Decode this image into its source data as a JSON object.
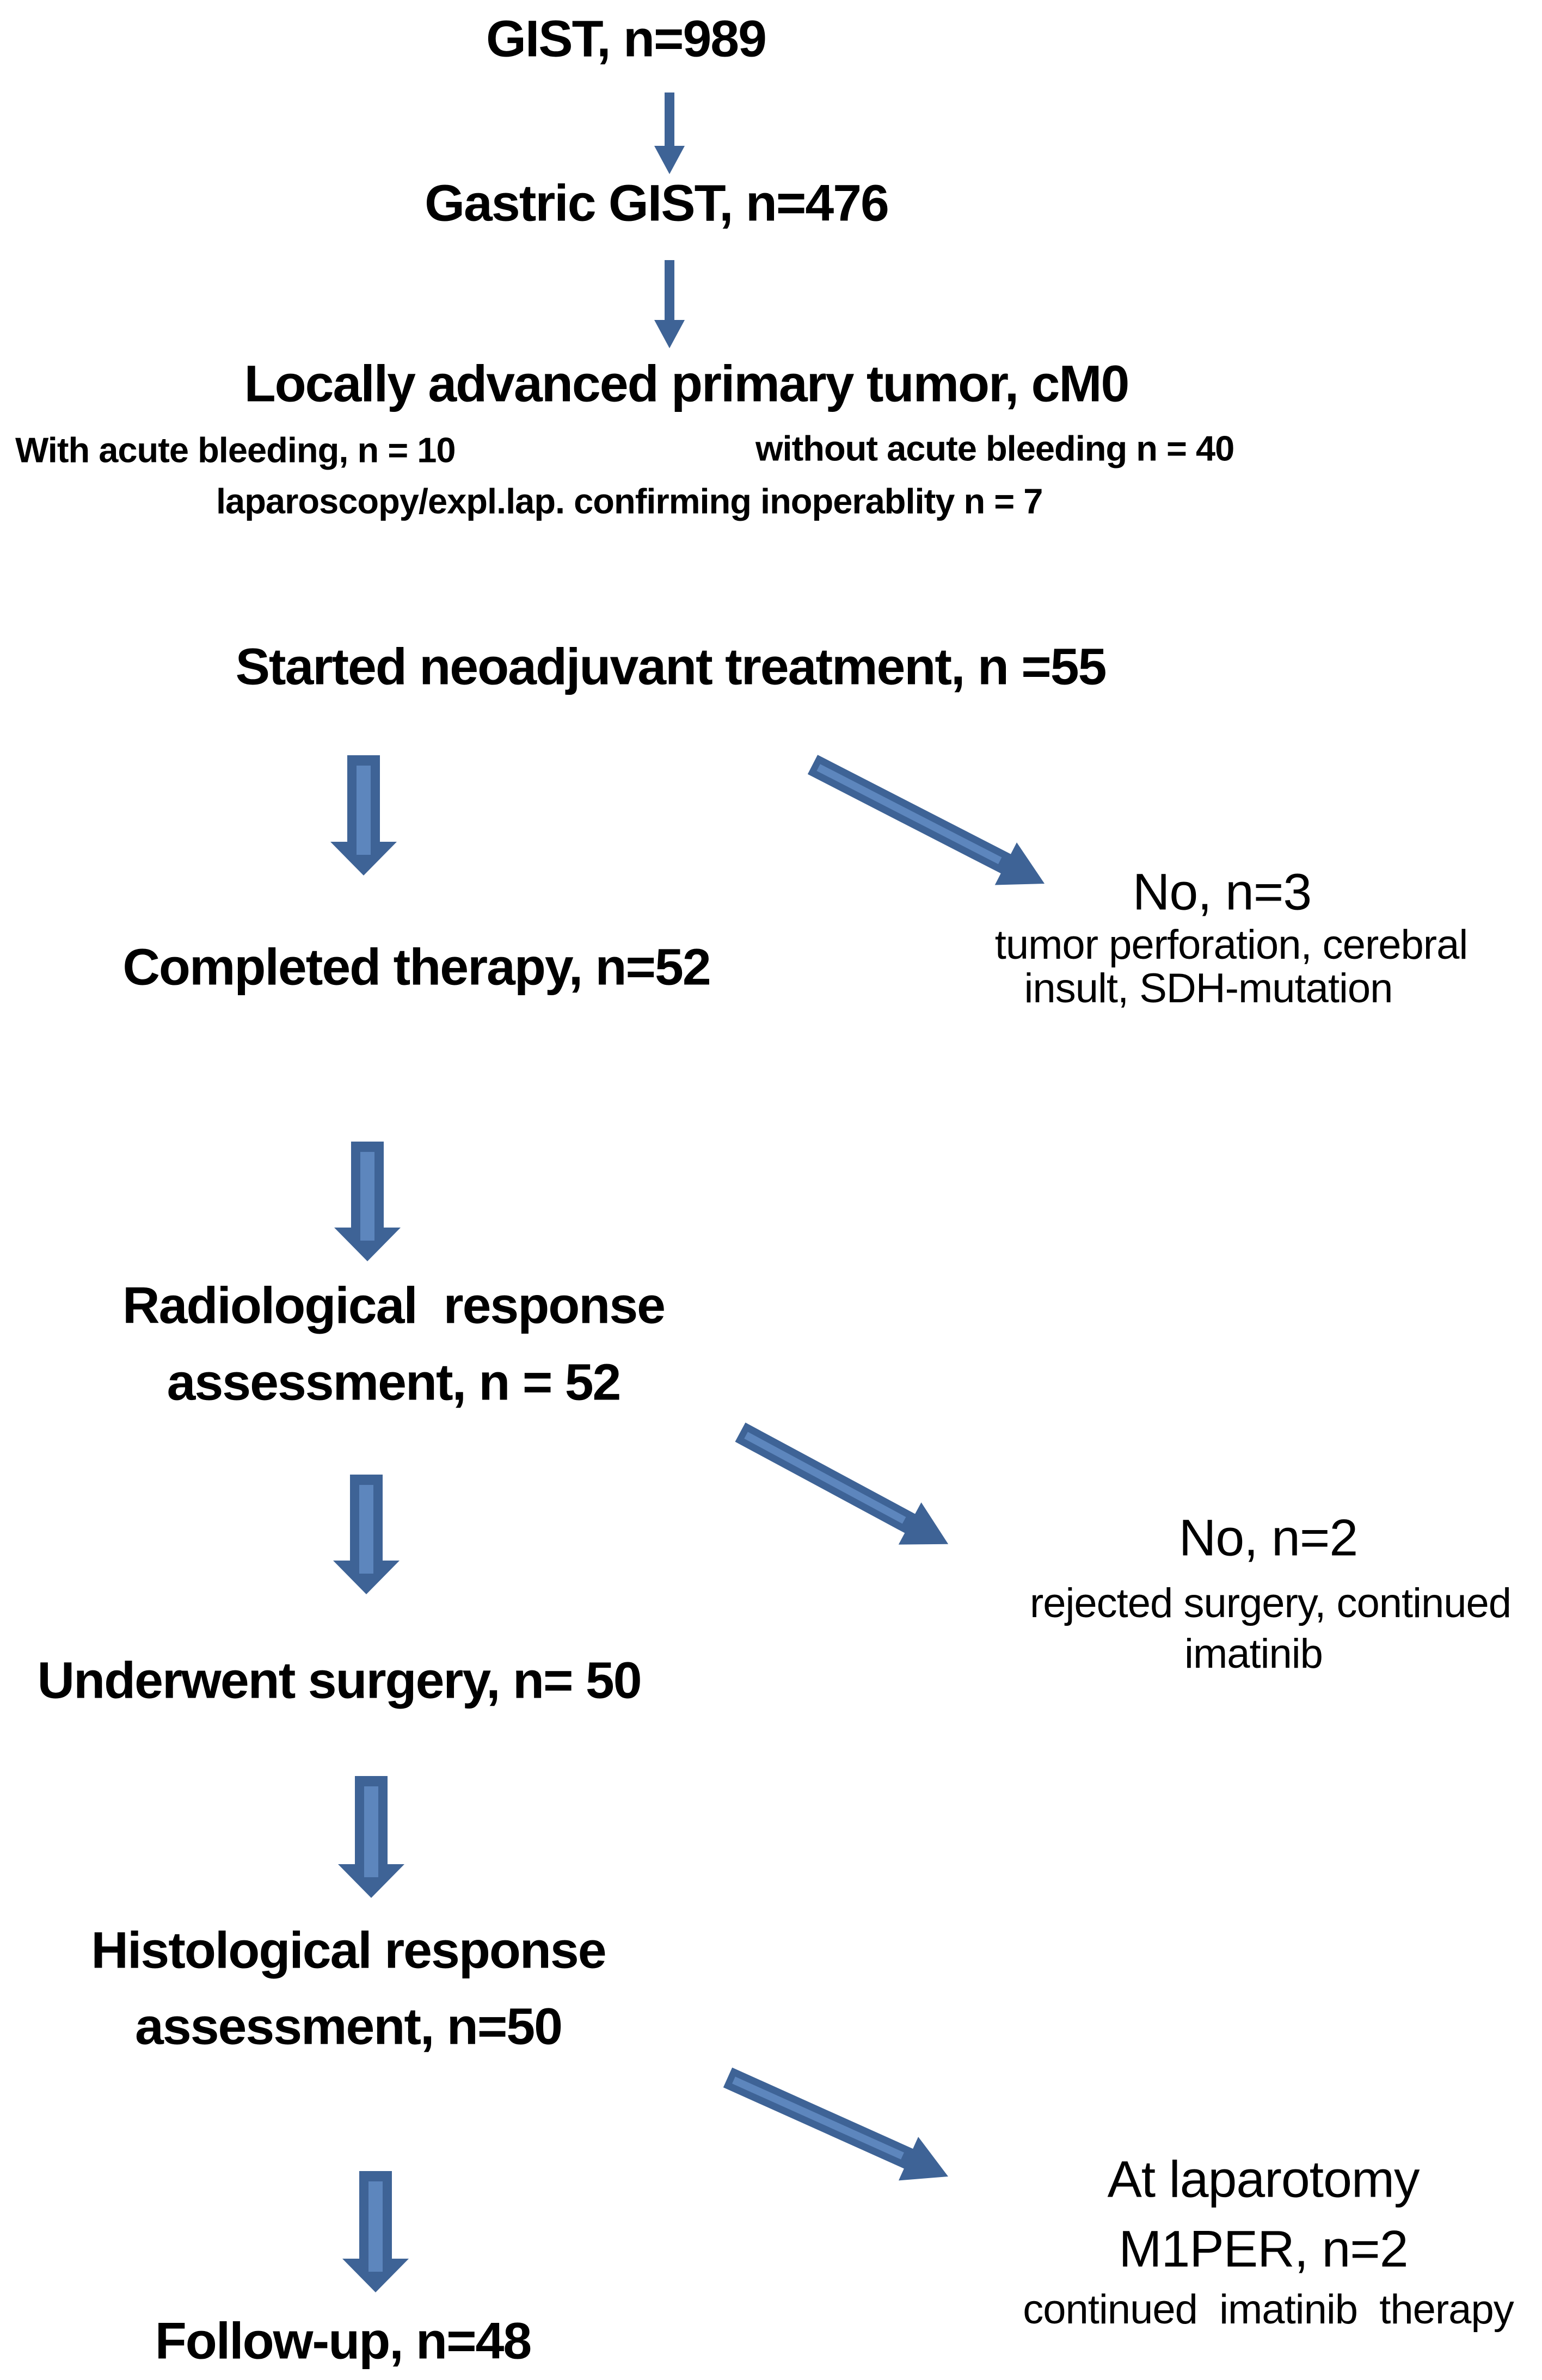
{
  "colors": {
    "arrow_dark": "#3e6396",
    "arrow_light": "#5d86bd",
    "text": "#000000",
    "background": "#ffffff"
  },
  "flow": {
    "gist": "GIST, n=989",
    "gastric": "Gastric GIST, n=476",
    "locally_advanced": "Locally advanced primary tumor, cM0",
    "with_bleeding": "With acute bleeding, n = 10",
    "without_bleeding": "without acute bleeding n = 40",
    "laparoscopy": "laparoscopy/expl.lap. confirming inoperablity n = 7",
    "started": "Started neoadjuvant treatment, n =55",
    "completed": "Completed therapy, n=52",
    "radiological_line1": "Radiological  response",
    "radiological_line2": "assessment, n = 52",
    "underwent": "Underwent surgery, n= 50",
    "histological_line1": "Histological response",
    "histological_line2": "assessment, n=50",
    "followup": "Follow-up, n=48"
  },
  "exclusions": {
    "no3_title": "No, n=3",
    "no3_line1": "tumor perforation, cerebral",
    "no3_line2": "insult, SDH-mutation",
    "no2_title": "No, n=2",
    "no2_line1": "rejected surgery, continued",
    "no2_line2": "imatinib",
    "laparotomy_title1": "At laparotomy",
    "laparotomy_title2": "M1PER, n=2",
    "laparotomy_line": "continued  imatinib  therapy"
  }
}
